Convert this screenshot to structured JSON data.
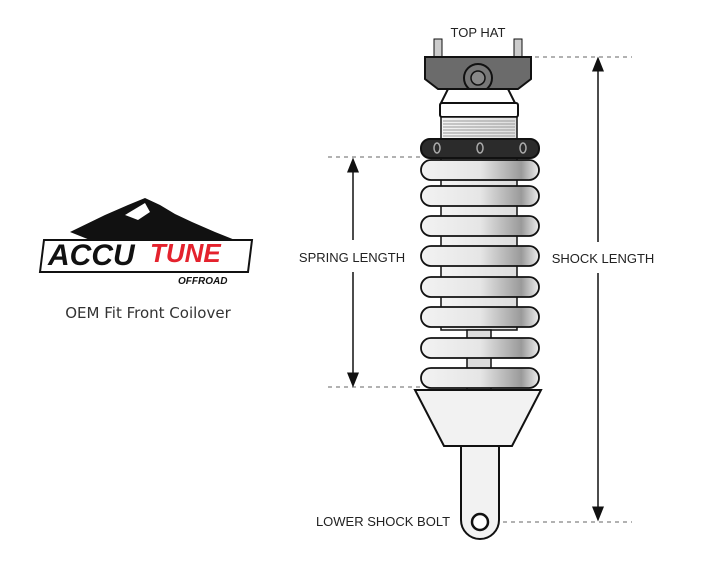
{
  "logo": {
    "brand_part1": "ACCU",
    "brand_part2": "TUNE",
    "subtext": "OFFROAD"
  },
  "caption": "OEM Fit Front Coilover",
  "labels": {
    "top_hat": "TOP HAT",
    "spring_length": "SPRING LENGTH",
    "shock_length": "SHOCK LENGTH",
    "lower_shock_bolt": "LOWER SHOCK BOLT"
  },
  "colors": {
    "brand_red": "#e4222d",
    "top_hat": "#6b6b6b",
    "collar": "#2b2b2b"
  }
}
